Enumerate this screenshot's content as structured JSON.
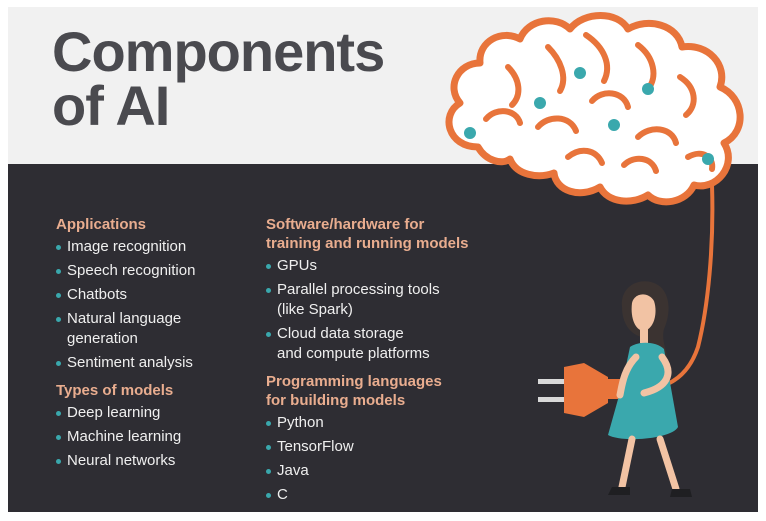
{
  "title": {
    "line1": "Components",
    "line2": "of AI"
  },
  "applications": {
    "heading": "Applications",
    "items": [
      "Image recognition",
      "Speech recognition",
      "Chatbots",
      "Natural language\ngeneration",
      "Sentiment analysis"
    ]
  },
  "models": {
    "heading": "Types of models",
    "items": [
      "Deep learning",
      "Machine learning",
      "Neural networks"
    ]
  },
  "software": {
    "heading_line1": "Software/hardware for",
    "heading_line2": "training and running models",
    "items": [
      "GPUs",
      "Parallel processing tools\n(like Spark)",
      "Cloud data storage\nand compute platforms"
    ]
  },
  "languages": {
    "heading_line1": "Programming languages",
    "heading_line2": "for building models",
    "items": [
      "Python",
      "TensorFlow",
      "Java",
      "C"
    ]
  },
  "colors": {
    "dark_background": "#2e2d33",
    "light_background": "#f1f1f1",
    "heading_accent": "#e9ad8f",
    "bullet_accent": "#3aa8ad",
    "brain_outline": "#e8743b",
    "title_text": "#4a4a4f"
  },
  "icons": {
    "brain": "brain-illustration",
    "plug": "plug-icon",
    "person": "woman-holding-plug-illustration"
  }
}
